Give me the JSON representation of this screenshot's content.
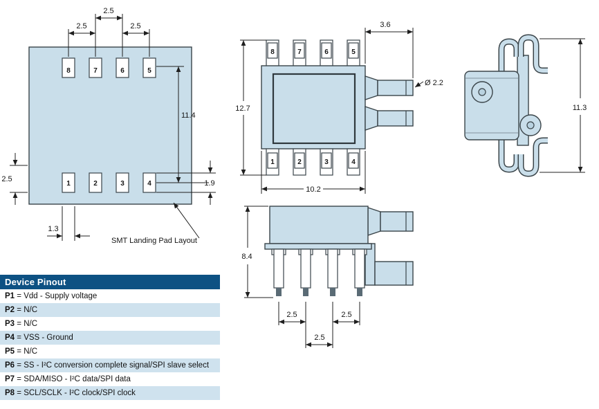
{
  "colors": {
    "part_fill": "#c9deea",
    "outline": "#3a4449",
    "header_bg": "#0d5183",
    "row_alt_bg": "#cfe2ee"
  },
  "landing_pad": {
    "caption": "SMT Landing Pad Layout",
    "top_pads": [
      "8",
      "7",
      "6",
      "5"
    ],
    "bottom_pads": [
      "1",
      "2",
      "3",
      "4"
    ],
    "dims": {
      "pitch_top_center": "2.5",
      "pitch_top_left": "2.5",
      "pitch_top_right": "2.5",
      "span_vertical": "11.4",
      "pad_height_left": "2.5",
      "pad_height_right": "1.9",
      "pad_offset_bottom": "1.3"
    }
  },
  "front_view": {
    "top_pins": [
      "8",
      "7",
      "6",
      "5"
    ],
    "bottom_pins": [
      "1",
      "2",
      "3",
      "4"
    ],
    "dims": {
      "overall_height": "12.7",
      "port_length": "3.6",
      "port_diameter": "Ø 2.2",
      "body_width": "10.2"
    }
  },
  "side_view": {
    "dims": {
      "overall_height": "11.3"
    }
  },
  "profile_view": {
    "dims": {
      "body_height": "8.4",
      "pin_pitch_left": "2.5",
      "pin_pitch_right": "2.5",
      "pin_pitch_center": "2.5"
    }
  },
  "pinout": {
    "title": "Device Pinout",
    "separator": "=",
    "rows": [
      {
        "pin": "P1",
        "desc": "Vdd - Supply voltage"
      },
      {
        "pin": "P2",
        "desc": "N/C"
      },
      {
        "pin": "P3",
        "desc": "N/C"
      },
      {
        "pin": "P4",
        "desc": "VSS - Ground"
      },
      {
        "pin": "P5",
        "desc": "N/C"
      },
      {
        "pin": "P6",
        "desc": "SS - I²C conversion complete signal/SPI slave select"
      },
      {
        "pin": "P7",
        "desc": "SDA/MISO - I²C data/SPI data"
      },
      {
        "pin": "P8",
        "desc": "SCL/SCLK - I²C clock/SPI clock"
      }
    ]
  }
}
